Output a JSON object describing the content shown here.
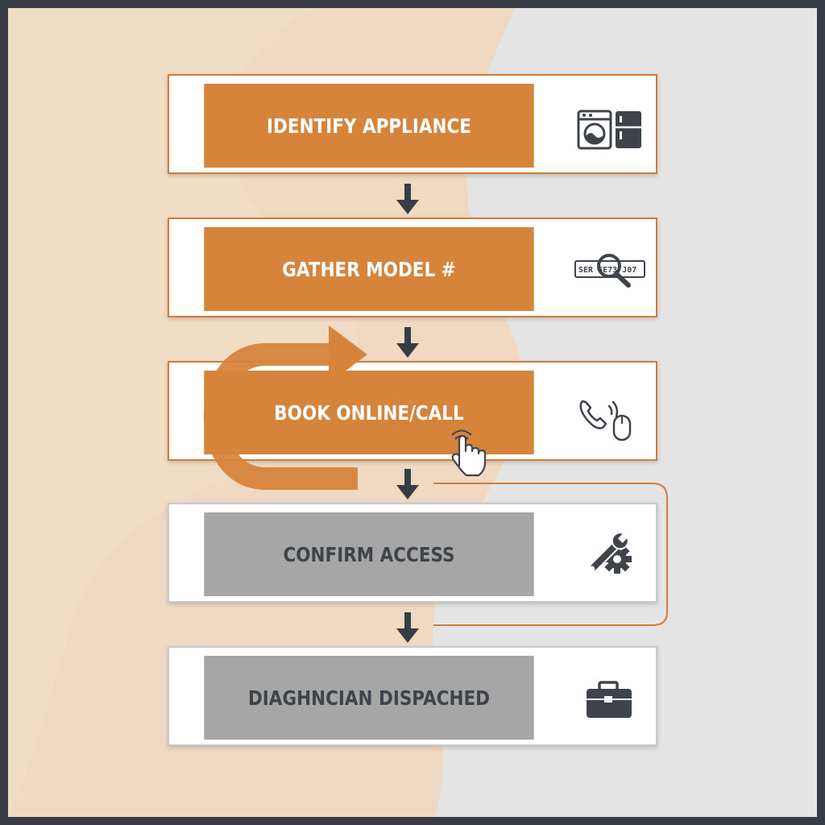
{
  "colors": {
    "active_fill": "#d6843c",
    "active_border": "#d27c36",
    "inactive_fill": "#a6a6a6",
    "inactive_text": "#3f444b",
    "icon": "#3f444b",
    "frame": "#383c44"
  },
  "steps": [
    {
      "label": "IDENTIFY APPLIANCE",
      "state": "active",
      "icon": "washer-fridge-icon"
    },
    {
      "label": "GATHER MODEL #",
      "state": "active",
      "icon": "serial-magnifier-icon",
      "icon_text": "SER 5E73 J07"
    },
    {
      "label": "BOOK ONLINE/CALL",
      "state": "active",
      "icon": "phone-mouse-icon"
    },
    {
      "label": "CONFIRM ACCESS",
      "state": "inactive",
      "icon": "wrench-gear-icon"
    },
    {
      "label": "DIAGHNCIAN DISPACHED",
      "state": "inactive",
      "icon": "toolbox-icon"
    }
  ]
}
